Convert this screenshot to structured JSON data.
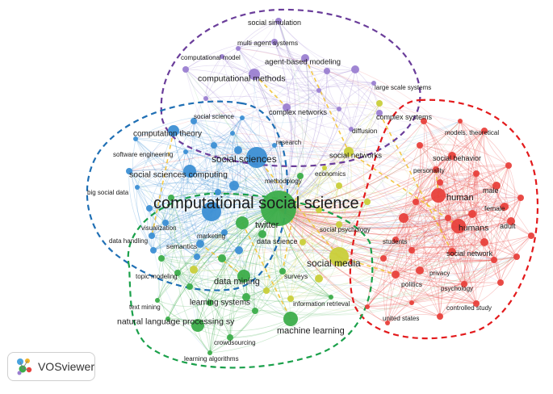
{
  "app": {
    "name": "VOSviewer",
    "logo_icon": "vosviewer-logo-icon"
  },
  "colors": {
    "red": "#e8413c",
    "green": "#3cad4a",
    "blue": "#3c8fd4",
    "purple": "#9b7fd1",
    "yellow": "#c9cf3a",
    "teal": "#2aa39a",
    "cluster_outline_purple": "#6a3d9a",
    "cluster_outline_blue": "#1f6fb4",
    "cluster_outline_red": "#e31a1c",
    "cluster_outline_green": "#1aa04a",
    "highlight_links": "#f1c232"
  },
  "clusters": [
    "purple",
    "blue",
    "red",
    "green"
  ],
  "terms": [
    {
      "id": "computational_social_science",
      "label": "computational social science",
      "cluster": "green"
    },
    {
      "id": "social_sciences",
      "label": "social sciences",
      "cluster": "blue"
    },
    {
      "id": "social_sciences_computing",
      "label": "social sciences computing",
      "cluster": "blue"
    },
    {
      "id": "computation_theory",
      "label": "computation theory",
      "cluster": "blue"
    },
    {
      "id": "software_engineering",
      "label": "software engineering",
      "cluster": "blue"
    },
    {
      "id": "big_social_data",
      "label": "big social data",
      "cluster": "blue"
    },
    {
      "id": "visualization",
      "label": "visualization",
      "cluster": "blue"
    },
    {
      "id": "data_handling",
      "label": "data handling",
      "cluster": "blue"
    },
    {
      "id": "semantics",
      "label": "semantics",
      "cluster": "blue"
    },
    {
      "id": "marketing",
      "label": "marketing",
      "cluster": "blue"
    },
    {
      "id": "social_science",
      "label": "social science",
      "cluster": "blue"
    },
    {
      "id": "research",
      "label": "research",
      "cluster": "blue"
    },
    {
      "id": "methodology",
      "label": "methodology",
      "cluster": "green"
    },
    {
      "id": "twitter",
      "label": "twitter",
      "cluster": "green"
    },
    {
      "id": "data_science",
      "label": "data science",
      "cluster": "green"
    },
    {
      "id": "topic_modeling",
      "label": "topic modeling",
      "cluster": "green"
    },
    {
      "id": "data_mining",
      "label": "data mining",
      "cluster": "green"
    },
    {
      "id": "learning_systems",
      "label": "learning systems",
      "cluster": "green"
    },
    {
      "id": "text_mining",
      "label": "text mining",
      "cluster": "green"
    },
    {
      "id": "natural_language_processing",
      "label": "natural language processing sy",
      "cluster": "green"
    },
    {
      "id": "crowdsourcing",
      "label": "crowdsourcing",
      "cluster": "green"
    },
    {
      "id": "learning_algorithms",
      "label": "learning algorithms",
      "cluster": "green"
    },
    {
      "id": "machine_learning",
      "label": "machine learning",
      "cluster": "green"
    },
    {
      "id": "surveys",
      "label": "surveys",
      "cluster": "green"
    },
    {
      "id": "information_retrieval",
      "label": "information retrieval",
      "cluster": "green"
    },
    {
      "id": "social_media",
      "label": "social media",
      "cluster": "yellow"
    },
    {
      "id": "social_psychology",
      "label": "social psychology",
      "cluster": "yellow"
    },
    {
      "id": "social_networks",
      "label": "social networks",
      "cluster": "yellow"
    },
    {
      "id": "economics",
      "label": "economics",
      "cluster": "yellow"
    },
    {
      "id": "social_simulation",
      "label": "social simulation",
      "cluster": "purple"
    },
    {
      "id": "multi_agent_systems",
      "label": "multi agent systems",
      "cluster": "purple"
    },
    {
      "id": "computational_model",
      "label": "computational model",
      "cluster": "purple"
    },
    {
      "id": "agent_based_modeling",
      "label": "agent-based modeling",
      "cluster": "purple"
    },
    {
      "id": "computational_methods",
      "label": "computational methods",
      "cluster": "purple"
    },
    {
      "id": "large_scale_systems",
      "label": "large scale systems",
      "cluster": "purple"
    },
    {
      "id": "complex_networks",
      "label": "complex networks",
      "cluster": "purple"
    },
    {
      "id": "complex_systems",
      "label": "complex systems",
      "cluster": "purple"
    },
    {
      "id": "diffusion",
      "label": "diffusion",
      "cluster": "purple"
    },
    {
      "id": "models_theoretical",
      "label": "models, theoretical",
      "cluster": "red"
    },
    {
      "id": "social_behavior",
      "label": "social behavior",
      "cluster": "red"
    },
    {
      "id": "personality",
      "label": "personality",
      "cluster": "red"
    },
    {
      "id": "human",
      "label": "human",
      "cluster": "red"
    },
    {
      "id": "male",
      "label": "male",
      "cluster": "red"
    },
    {
      "id": "female",
      "label": "female",
      "cluster": "red"
    },
    {
      "id": "humans",
      "label": "humans",
      "cluster": "red"
    },
    {
      "id": "adult",
      "label": "adult",
      "cluster": "red"
    },
    {
      "id": "social_network",
      "label": "social network",
      "cluster": "red"
    },
    {
      "id": "students",
      "label": "students",
      "cluster": "red"
    },
    {
      "id": "privacy",
      "label": "privacy",
      "cluster": "red"
    },
    {
      "id": "politics",
      "label": "politics",
      "cluster": "red"
    },
    {
      "id": "psychology",
      "label": "psychology",
      "cluster": "red"
    },
    {
      "id": "controlled_study",
      "label": "controlled study",
      "cluster": "red"
    },
    {
      "id": "united_states",
      "label": "united states",
      "cluster": "red"
    }
  ]
}
